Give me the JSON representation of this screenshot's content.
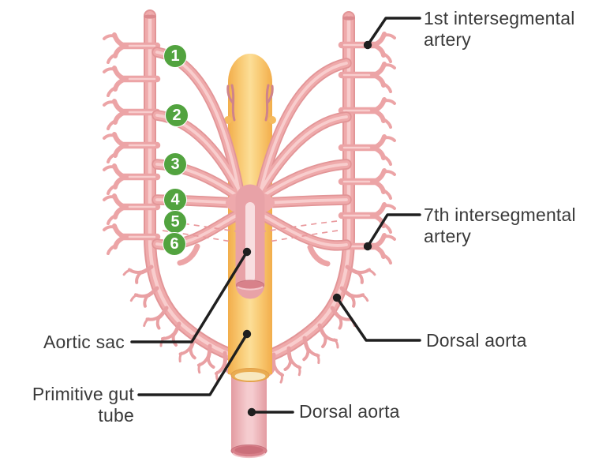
{
  "figure": {
    "labels": {
      "first_intersegmental": "1st intersegmental artery",
      "seventh_intersegmental": "7th intersegmental artery",
      "dorsal_aorta_upper": "Dorsal aorta",
      "aortic_sac": "Aortic sac",
      "primitive_gut_tube": "Primitive gut tube",
      "dorsal_aorta_lower": "Dorsal aorta"
    },
    "markers": [
      "1",
      "2",
      "3",
      "4",
      "5",
      "6"
    ],
    "colors": {
      "background": "#FFFFFF",
      "vessel_pink": "#EFAAAB",
      "vessel_edge": "#E29597",
      "vessel_highlight": "#F8CDCD",
      "gut_tube_yellow": "#FBD98F",
      "gut_tube_edge": "#F2AD4B",
      "marker_green": "#52A33F",
      "leader_line": "#1F1F1F",
      "label_text": "#3A3A3A"
    }
  }
}
